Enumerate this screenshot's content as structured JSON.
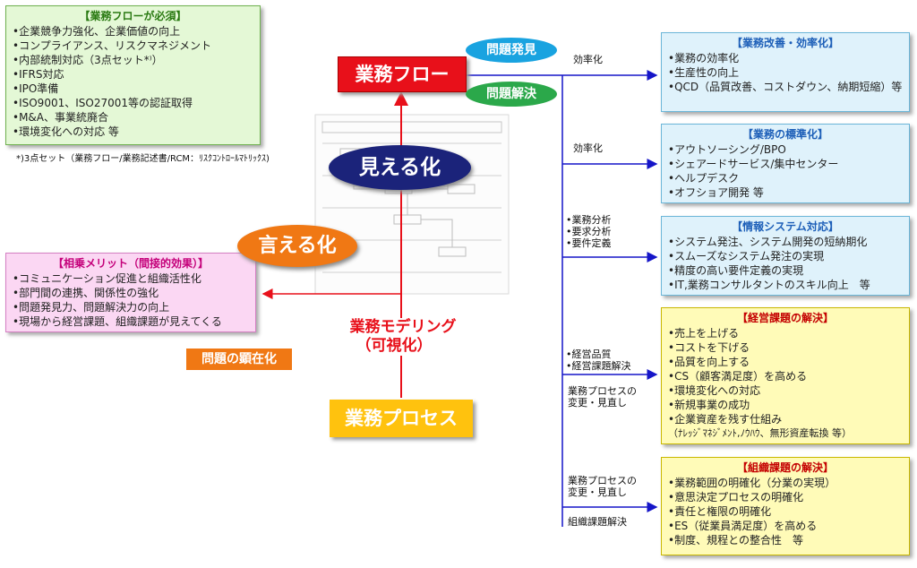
{
  "green_box": {
    "title": "【業務フローが必須】",
    "items": [
      "•企業競争力強化、企業価値の向上",
      "•コンプライアンス、リスクマネジメント",
      "•内部統制対応（3点セット*⁾）",
      "•IFRS対応",
      "•IPO準備",
      "•ISO9001、ISO27001等の認証取得",
      "•M&A、事業統廃合",
      "•環境変化への対応 等"
    ],
    "footnote": "*)3点セット（業務フロー/業務記述書/RCM：ﾘｽｸｺﾝﾄﾛｰﾙﾏﾄﾘｯｸｽ)"
  },
  "pink_box": {
    "title": "【相乗メリット（間接的効果）】",
    "items": [
      "•コミュニケーション促進と組織活性化",
      "•部門間の連携、関係性の強化",
      "•問題発見力、問題解決力の向上",
      "•現場から経営課題、組織課題が見えてくる"
    ]
  },
  "center": {
    "gyomu_flow": "業務フロー",
    "mondai_hakken": "問題発見",
    "mondai_kaiketsu": "問題解決",
    "mieruka": "見える化",
    "ieruka": "言える化",
    "modeling_line1": "業務モデリング",
    "modeling_line2": "（可視化）",
    "kenzaika": "問題の顕在化",
    "gyomu_process": "業務プロセス"
  },
  "branch_labels": {
    "b1": "効率化",
    "b2": "効率化",
    "b3": [
      "•業務分析",
      "•要求分析",
      "•要件定義"
    ],
    "b4": [
      "•経営品質",
      "•経営課題解決"
    ],
    "b4b": [
      "業務プロセスの",
      "変更・見直し"
    ],
    "b5": [
      "業務プロセスの",
      "変更・見直し"
    ],
    "b5b": "組織課題解決"
  },
  "right_boxes": [
    {
      "title": "【業務改善・効率化】",
      "items": [
        "•業務の効率化",
        "•生産性の向上",
        "•QCD（品質改善、コストダウン、納期短縮）等"
      ]
    },
    {
      "title": "【業務の標準化】",
      "items": [
        "•アウトソーシング/BPO",
        "•シェアードサービス/集中センター",
        "•ヘルプデスク",
        "•オフショア開発 等"
      ]
    },
    {
      "title": "【情報システム対応】",
      "items": [
        "•システム発注、システム開発の短納期化",
        "•スムーズなシステム発注の実現",
        "•精度の高い要件定義の実現",
        "•IT,業務コンサルタントのスキル向上　等"
      ]
    },
    {
      "title": "【経営課題の解決】",
      "items": [
        "•売上を上げる",
        "•コストを下げる",
        "•品質を向上する",
        "•CS（顧客満足度）を高める",
        "•環境変化への対応",
        "•新規事業の成功",
        "•企業資産を残す仕組み",
        "（ﾅﾚｯｼﾞﾏﾈｼﾞﾒﾝﾄ,ﾉｳﾊｳ、無形資産転換 等）"
      ]
    },
    {
      "title": "【組織課題の解決】",
      "items": [
        "•業務範囲の明確化（分業の実現）",
        "•意思決定プロセスの明確化",
        "•責任と権限の明確化",
        "•ES（従業員満足度）を高める",
        "•制度、規程との整合性　等"
      ]
    }
  ],
  "colors": {
    "flow_red": "#e8101a",
    "line_blue": "#1515c8",
    "pill_blue": "#19a3e0",
    "pill_green": "#2ba84a",
    "navy": "#1b237a",
    "orange": "#f07814",
    "process_yellow": "#ffc20e",
    "modeling_red": "#e8101a"
  }
}
